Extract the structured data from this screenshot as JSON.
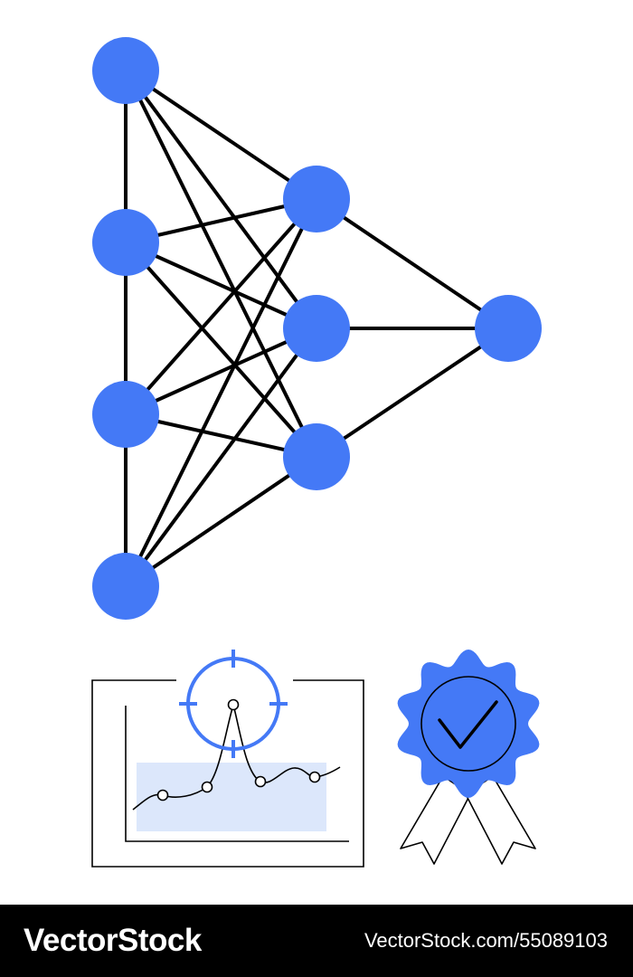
{
  "colors": {
    "node": "#4479f6",
    "edge": "#000000",
    "highlight": "#dce7fb",
    "background": "#ffffff"
  },
  "network": {
    "layers": [
      4,
      3,
      1
    ]
  },
  "icons": {
    "chart": "target-chart-icon",
    "badge": "approval-ribbon-badge-icon"
  },
  "footer": {
    "brand": "VectorStock",
    "image_id": "VectorStock.com/55089103"
  }
}
